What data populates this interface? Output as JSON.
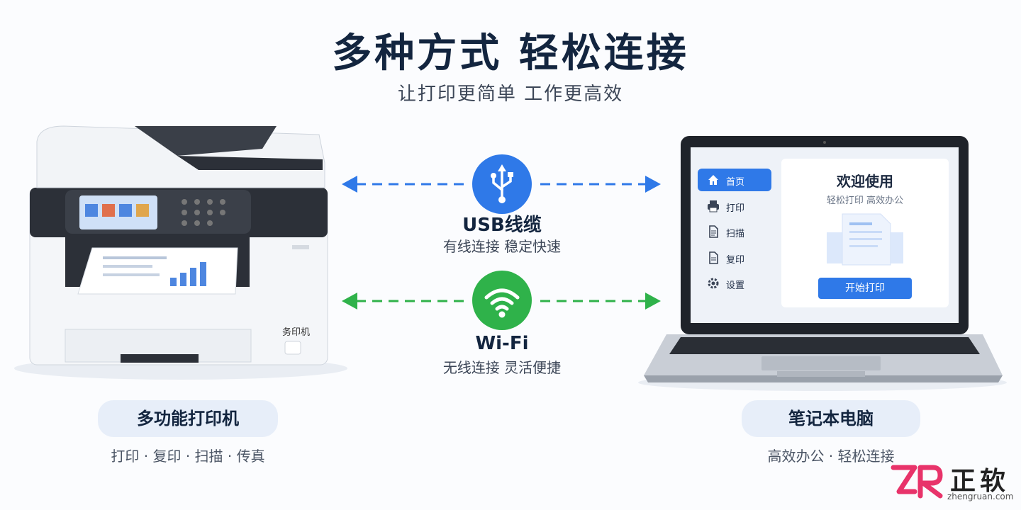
{
  "header": {
    "title": "多种方式  轻松连接",
    "subtitle": "让打印更简单  工作更高效"
  },
  "connections": [
    {
      "title": "USB线缆",
      "desc": "有线连接  稳定快速",
      "icon": "usb-icon",
      "color": "#2f79e8"
    },
    {
      "title": "Wi-Fi",
      "desc": "无线连接  灵活便捷",
      "icon": "wifi-icon",
      "color": "#2fb24a"
    }
  ],
  "printer": {
    "body_label": "务印机",
    "name": "多功能打印机",
    "caption": "打印 · 复印 · 扫描 · 传真"
  },
  "laptop": {
    "name": "笔记本电脑",
    "caption": "高效办公 · 轻松连接",
    "screen": {
      "menu": [
        {
          "label": "首页",
          "icon": "home-icon",
          "active": true
        },
        {
          "label": "打印",
          "icon": "printer-icon"
        },
        {
          "label": "扫描",
          "icon": "document-icon"
        },
        {
          "label": "复印",
          "icon": "copy-icon"
        },
        {
          "label": "设置",
          "icon": "gear-icon"
        }
      ],
      "welcome": "欢迎使用",
      "tagline": "轻松打印  高效办公",
      "start_button": "开始打印"
    }
  },
  "brand": {
    "logo_text": "正软",
    "url": "zhengruan.com"
  },
  "colors": {
    "usb": "#2f79e8",
    "wifi": "#2fb24a",
    "brand": "#e8336a"
  }
}
